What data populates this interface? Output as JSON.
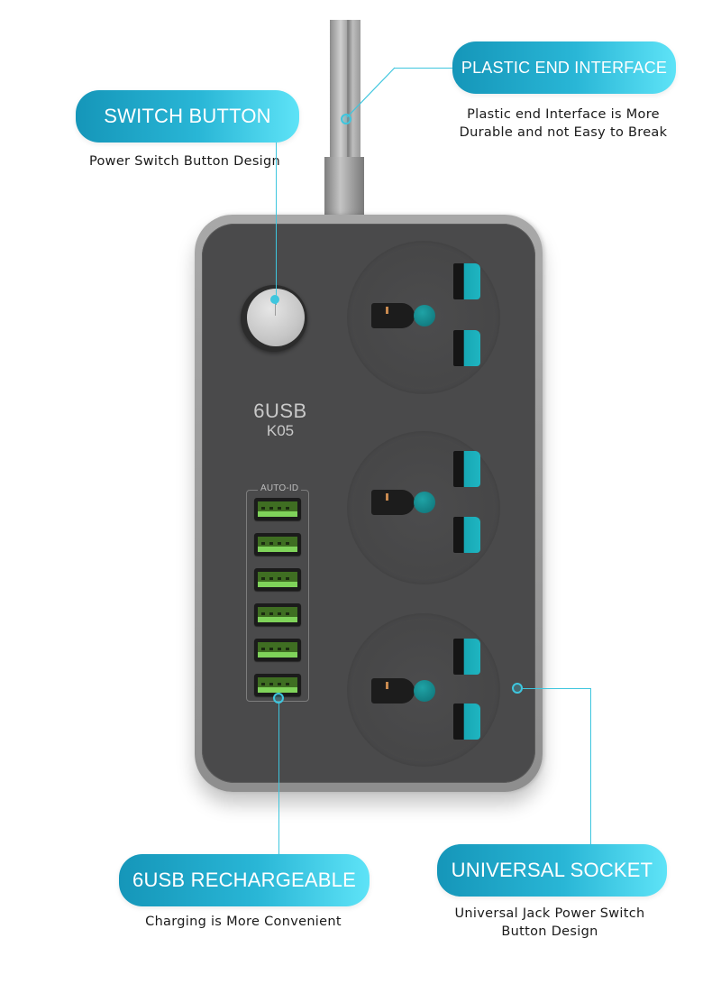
{
  "callouts": {
    "switch_button": {
      "title": "SWITCH BUTTON",
      "description": "Power Switch Button Design"
    },
    "plastic_end": {
      "title": "PLASTIC END INTERFACE",
      "description_line1": "Plastic end Interface is More",
      "description_line2": "Durable and not Easy to Break"
    },
    "usb": {
      "title": "6USB RECHARGEABLE",
      "description": "Charging is More Convenient"
    },
    "socket": {
      "title": "UNIVERSAL SOCKET",
      "description_line1": "Universal Jack Power Switch",
      "description_line2": "Button Design"
    }
  },
  "product": {
    "model_name": "6USB",
    "model_code": "K05",
    "usb_panel_label": "AUTO-ID",
    "usb_port_count": 6,
    "socket_count": 3
  },
  "colors": {
    "accent": "#29b6d6",
    "accent_light": "#5ee3f7",
    "accent_dark": "#1596b9",
    "leader_line": "#3ec6de",
    "body": "#4a4a4b",
    "frame": "#a0a0a0",
    "usb_green": "#7fd35a",
    "socket_teal": "#1fb5c1"
  }
}
